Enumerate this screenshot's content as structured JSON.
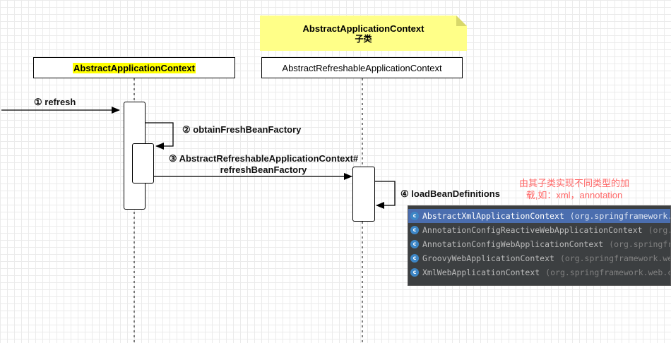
{
  "note": {
    "title": "AbstractApplicationContext",
    "subtitle": "子类"
  },
  "lifelines": [
    {
      "label": "AbstractApplicationContext",
      "highlight_color": "#ffff00"
    },
    {
      "label": "AbstractRefreshableApplicationContext"
    }
  ],
  "messages": [
    {
      "label": "① refresh"
    },
    {
      "label": "② obtainFreshBeanFactory"
    },
    {
      "label_line1": "③ AbstractRefreshableApplicationContext#",
      "label_line2": "refreshBeanFactory"
    },
    {
      "label": "④ loadBeanDefinitions"
    }
  ],
  "annotation": {
    "line1": "由其子类实现不同类型的加",
    "line2": "载,如：xml，annotation",
    "color": "#ff6666"
  },
  "popup": {
    "icon_letter": "c",
    "items": [
      {
        "name": "AbstractXmlApplicationContext",
        "package": "(org.springframework.",
        "selected": true
      },
      {
        "name": "AnnotationConfigReactiveWebApplicationContext",
        "package": "(org."
      },
      {
        "name": "AnnotationConfigWebApplicationContext",
        "package": "(org.springfr"
      },
      {
        "name": "GroovyWebApplicationContext",
        "package": "(org.springframework.we"
      },
      {
        "name": "XmlWebApplicationContext",
        "package": "(org.springframework.web.c"
      }
    ]
  }
}
